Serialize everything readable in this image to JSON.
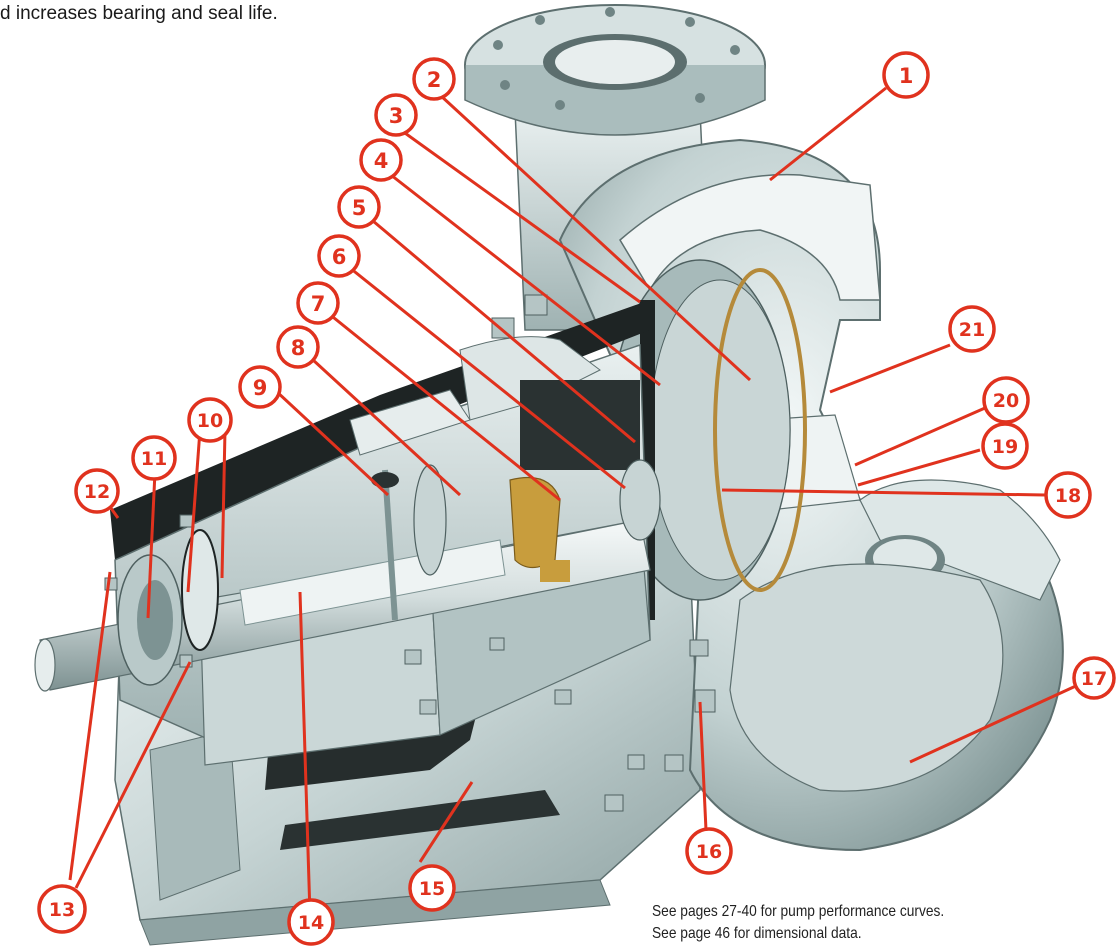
{
  "header": {
    "caption": "d increases bearing and seal life."
  },
  "notes": [
    "See pages 27-40 for pump performance curves.",
    "See page 46 for dimensional data."
  ],
  "callouts": [
    "1",
    "2",
    "3",
    "4",
    "5",
    "6",
    "7",
    "8",
    "9",
    "10",
    "11",
    "12",
    "13",
    "14",
    "15",
    "16",
    "17",
    "18",
    "19",
    "20",
    "21"
  ],
  "colors": {
    "callout": "#e0321e",
    "metal_light": "#dfe8e8",
    "metal_mid": "#b9c9c9",
    "metal_dark": "#6f8484",
    "section_black": "#1e2424",
    "gasket": "#b58a3a"
  }
}
